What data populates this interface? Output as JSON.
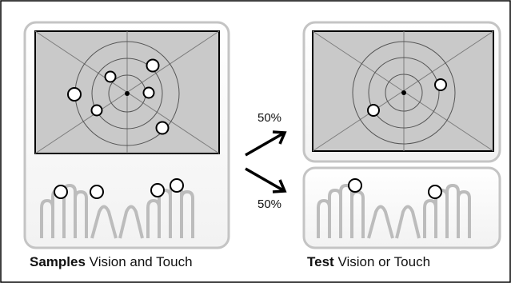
{
  "left_panel": {
    "caption_bold": "Samples",
    "caption_rest": "Vision and Touch"
  },
  "right_panel": {
    "caption_bold": "Test",
    "caption_rest": "Vision or Touch"
  },
  "arrows": {
    "upper_label": "50%",
    "lower_label": "50%"
  },
  "colors": {
    "screen_fill": "#c9c9c9",
    "panel_border": "#c4c4c4",
    "hand_stroke": "#bcbcbc",
    "target_fill": "#ffffff",
    "target_stroke": "#000000"
  }
}
